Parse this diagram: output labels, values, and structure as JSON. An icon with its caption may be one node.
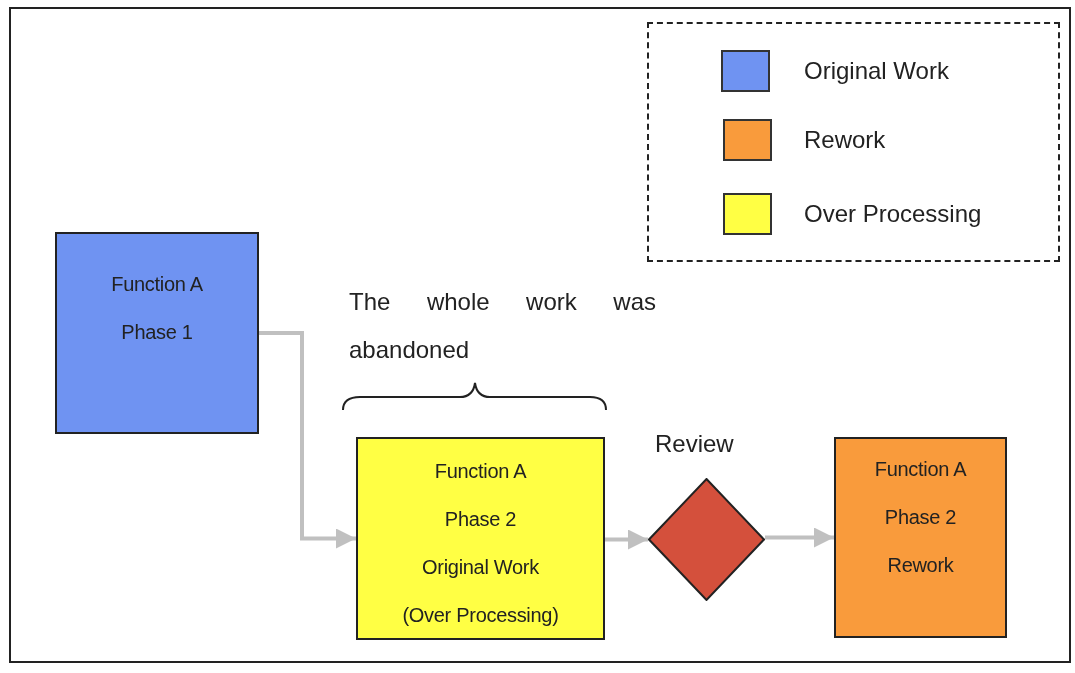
{
  "diagram": {
    "nodes": [
      {
        "text": [
          "Function A",
          "Phase 1"
        ]
      },
      {
        "text": [
          "Function A",
          "Phase 2",
          "Original Work",
          "(Over Processing)"
        ]
      },
      {
        "text": [],
        "shape": "diamond",
        "beside": [
          "Review"
        ]
      },
      {
        "text": [
          "Function A",
          "Phase 2",
          "Rework"
        ]
      }
    ],
    "edges": [
      {
        "from": 0,
        "to": 1,
        "arrow": "to"
      },
      {
        "from": 1,
        "to": 2,
        "arrow": "to"
      },
      {
        "from": 2,
        "to": 3,
        "arrow": "to"
      }
    ],
    "labels": [
      "The whole work was abandoned"
    ],
    "legend": [
      {
        "text": "Original Work",
        "color": "#6f93f2"
      },
      {
        "text": "Rework",
        "color": "#f99b3c"
      },
      {
        "text": "Over Processing",
        "color": "#ffff44"
      }
    ]
  }
}
